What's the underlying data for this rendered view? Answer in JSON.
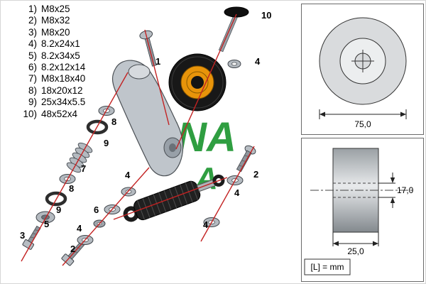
{
  "parts_list": {
    "items": [
      {
        "n": "1)",
        "s": "M8x25"
      },
      {
        "n": "2)",
        "s": "M8x32"
      },
      {
        "n": "3)",
        "s": "M8x20"
      },
      {
        "n": "4)",
        "s": "8.2x24x1"
      },
      {
        "n": "5)",
        "s": "8.2x34x5"
      },
      {
        "n": "6)",
        "s": "8.2x12x14"
      },
      {
        "n": "7)",
        "s": "M8x18x40"
      },
      {
        "n": "8)",
        "s": "18x20x12"
      },
      {
        "n": "9)",
        "s": "25x34x5.5"
      },
      {
        "n": "10)",
        "s": "48x52x4"
      }
    ]
  },
  "diagram": {
    "brand": "INA",
    "brand_partial": "A",
    "callouts": [
      "10",
      "1",
      "4",
      "8",
      "9",
      "7",
      "8",
      "9",
      "5",
      "3",
      "4",
      "2",
      "6",
      "4",
      "2",
      "4",
      "4"
    ]
  },
  "front_view": {
    "dimension_label": "75,0"
  },
  "side_view": {
    "bore_dim": "17,0",
    "width_dim": "25,0",
    "unit_note": "[L] = mm"
  },
  "colors": {
    "brand_green": "#2f9e41",
    "leader_red": "#c32222",
    "pulley_orange": "#e8940a",
    "metal_gray": "#b4bac0"
  }
}
